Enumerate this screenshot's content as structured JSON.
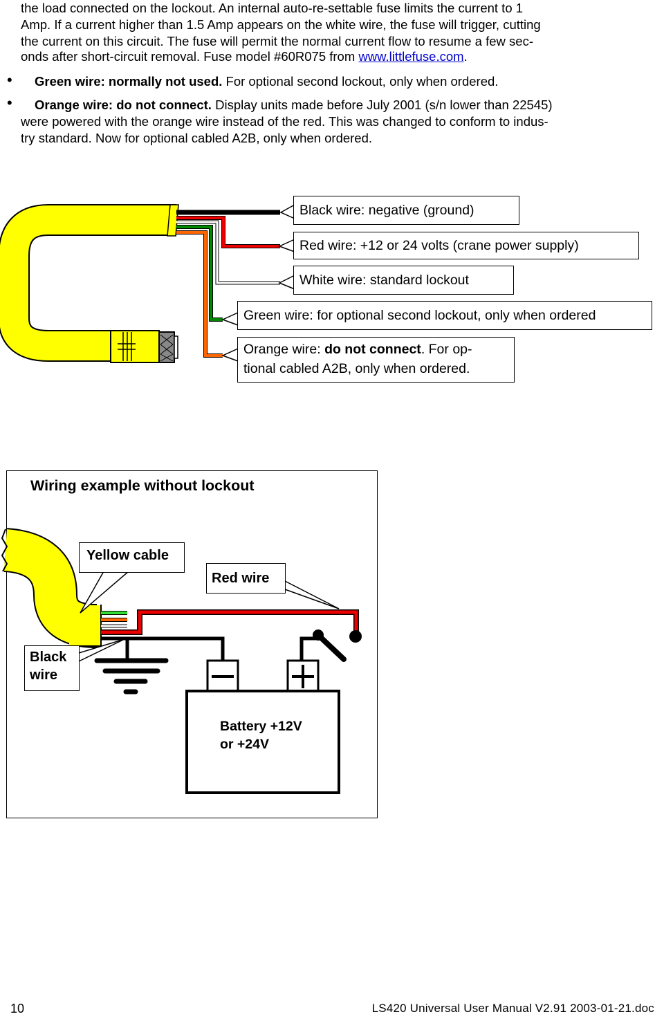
{
  "intro": {
    "line1": "the load connected on the lockout. An internal auto-re-settable fuse limits the current to 1",
    "line2": "Amp. If a current higher than 1.5 Amp appears on the white wire, the fuse will trigger, cutting",
    "line3": "the current on this circuit. The fuse will permit the normal current flow to resume a few sec-",
    "line4_text": "onds after short-circuit removal.   Fuse model #60R075 from ",
    "line4_link": "www.littlefuse.com",
    "line4_end": "."
  },
  "bullets": {
    "green_bold": "Green wire: normally not used.",
    "green_text": " For optional second lockout, only when ordered.",
    "orange_bold": "Orange wire: do not connect.",
    "orange_text1": " Display units made before July 2001 (s/n lower than 22545)",
    "orange_text2": "were powered with the orange wire instead of the red. This was changed to conform to indus-",
    "orange_text3": "try standard. Now for optional cabled A2B, only when ordered."
  },
  "cable_diagram": {
    "black": "Black wire: negative (ground)",
    "red": "Red wire: +12 or 24 volts (crane power supply)",
    "white": "White wire: standard lockout",
    "green": "Green wire: for optional second lockout, only when ordered",
    "orange_prefix": "Orange wire: ",
    "orange_bold": "do not connect",
    "orange_suffix": ". For op-",
    "orange_line2": "tional cabled A2B, only when ordered."
  },
  "wiring_example": {
    "title": "Wiring example without lockout",
    "yellow_cable": "Yellow cable",
    "red_wire": "Red wire",
    "black_wire_1": "Black",
    "black_wire_2": "wire",
    "battery_1": "Battery +12V",
    "battery_2": "or  +24V"
  },
  "footer": {
    "page": "10",
    "doc": "LS420 Universal User Manual  V2.91 2003-01-21.doc"
  },
  "colors": {
    "cable": "#ffff00",
    "red_wire": "#ee0000",
    "green_wire": "#008800",
    "orange_wire": "#ff6600",
    "link": "#0000cc"
  }
}
